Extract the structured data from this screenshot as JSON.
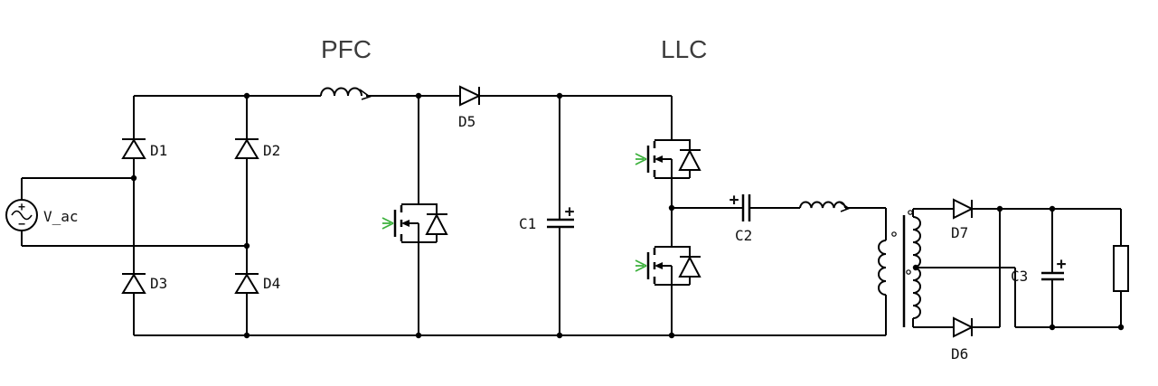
{
  "diagram": {
    "type": "circuit-schematic",
    "description": "AC/DC power supply schematic: AC source into full-bridge rectifier (D1-D4), PFC boost stage (inductor, MOSFET, D5, C1 DC link), LLC half-bridge resonant converter (two MOSFETs, resonant capacitor C2, resonant inductor, center-tapped transformer), output rectifier (D7, D6) with filter capacitor C3 and resistive load",
    "background": "#ffffff"
  },
  "sections": {
    "pfc": "PFC",
    "llc": "LLC"
  },
  "labels": {
    "v_ac": "V_ac",
    "d1": "D1",
    "d2": "D2",
    "d3": "D3",
    "d4": "D4",
    "d5": "D5",
    "d6": "D6",
    "d7": "D7",
    "c1": "C1",
    "c2": "C2",
    "c3": "C3",
    "plus": "+",
    "minus": "−"
  },
  "components": [
    {
      "ref": "V_ac",
      "type": "ac_voltage_source"
    },
    {
      "ref": "D1",
      "type": "diode",
      "role": "bridge_rectifier"
    },
    {
      "ref": "D2",
      "type": "diode",
      "role": "bridge_rectifier"
    },
    {
      "ref": "D3",
      "type": "diode",
      "role": "bridge_rectifier"
    },
    {
      "ref": "D4",
      "type": "diode",
      "role": "bridge_rectifier"
    },
    {
      "type": "inductor",
      "role": "pfc_boost_inductor"
    },
    {
      "type": "nmos_with_body_diode",
      "role": "pfc_switch"
    },
    {
      "ref": "D5",
      "type": "diode",
      "role": "pfc_boost_diode"
    },
    {
      "ref": "C1",
      "type": "capacitor",
      "polarized": true,
      "role": "dc_link"
    },
    {
      "type": "nmos_with_body_diode",
      "role": "llc_high_side_switch"
    },
    {
      "type": "nmos_with_body_diode",
      "role": "llc_low_side_switch"
    },
    {
      "ref": "C2",
      "type": "capacitor",
      "polarized": true,
      "role": "resonant_capacitor"
    },
    {
      "type": "inductor",
      "role": "resonant_inductor"
    },
    {
      "type": "transformer",
      "role": "center_tapped_isolation"
    },
    {
      "ref": "D7",
      "type": "diode",
      "role": "output_rectifier"
    },
    {
      "ref": "D6",
      "type": "diode",
      "role": "output_rectifier"
    },
    {
      "ref": "C3",
      "type": "capacitor",
      "polarized": true,
      "role": "output_filter"
    },
    {
      "type": "resistor",
      "role": "load"
    }
  ],
  "colors": {
    "wire": "#000000",
    "gate_arrow": "#3cb13c",
    "section_label": "#3c3c3c",
    "component_label": "#111111"
  }
}
